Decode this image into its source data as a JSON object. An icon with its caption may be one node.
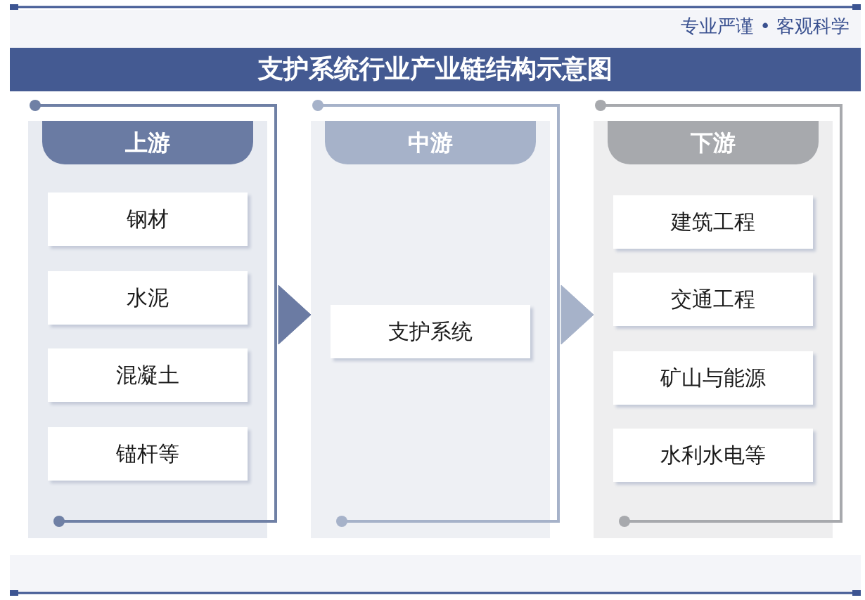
{
  "diagram": {
    "title": "支护系统行业产业链结构示意图",
    "nodes": [
      {
        "text": [
          "上游"
        ]
      },
      {
        "text": [
          "钢材"
        ],
        "in": 0
      },
      {
        "text": [
          "水泥"
        ],
        "in": 0
      },
      {
        "text": [
          "混凝土"
        ],
        "in": 0
      },
      {
        "text": [
          "锚杆等"
        ],
        "in": 0
      },
      {
        "text": [
          "中游"
        ]
      },
      {
        "text": [
          "支护系统"
        ],
        "in": 5
      },
      {
        "text": [
          "下游"
        ]
      },
      {
        "text": [
          "建筑工程"
        ],
        "in": 7
      },
      {
        "text": [
          "交通工程"
        ],
        "in": 7
      },
      {
        "text": [
          "矿山与能源"
        ],
        "in": 7
      },
      {
        "text": [
          "水利水电等"
        ],
        "in": 7
      }
    ],
    "edges": [
      {
        "from": 0,
        "to": 5,
        "arrow": "to",
        "color": "#6b7ba3"
      },
      {
        "from": 5,
        "to": 7,
        "arrow": "to",
        "color": "#a6b2c9"
      }
    ],
    "labels": [
      "专业严谨 • 客观科学"
    ]
  }
}
